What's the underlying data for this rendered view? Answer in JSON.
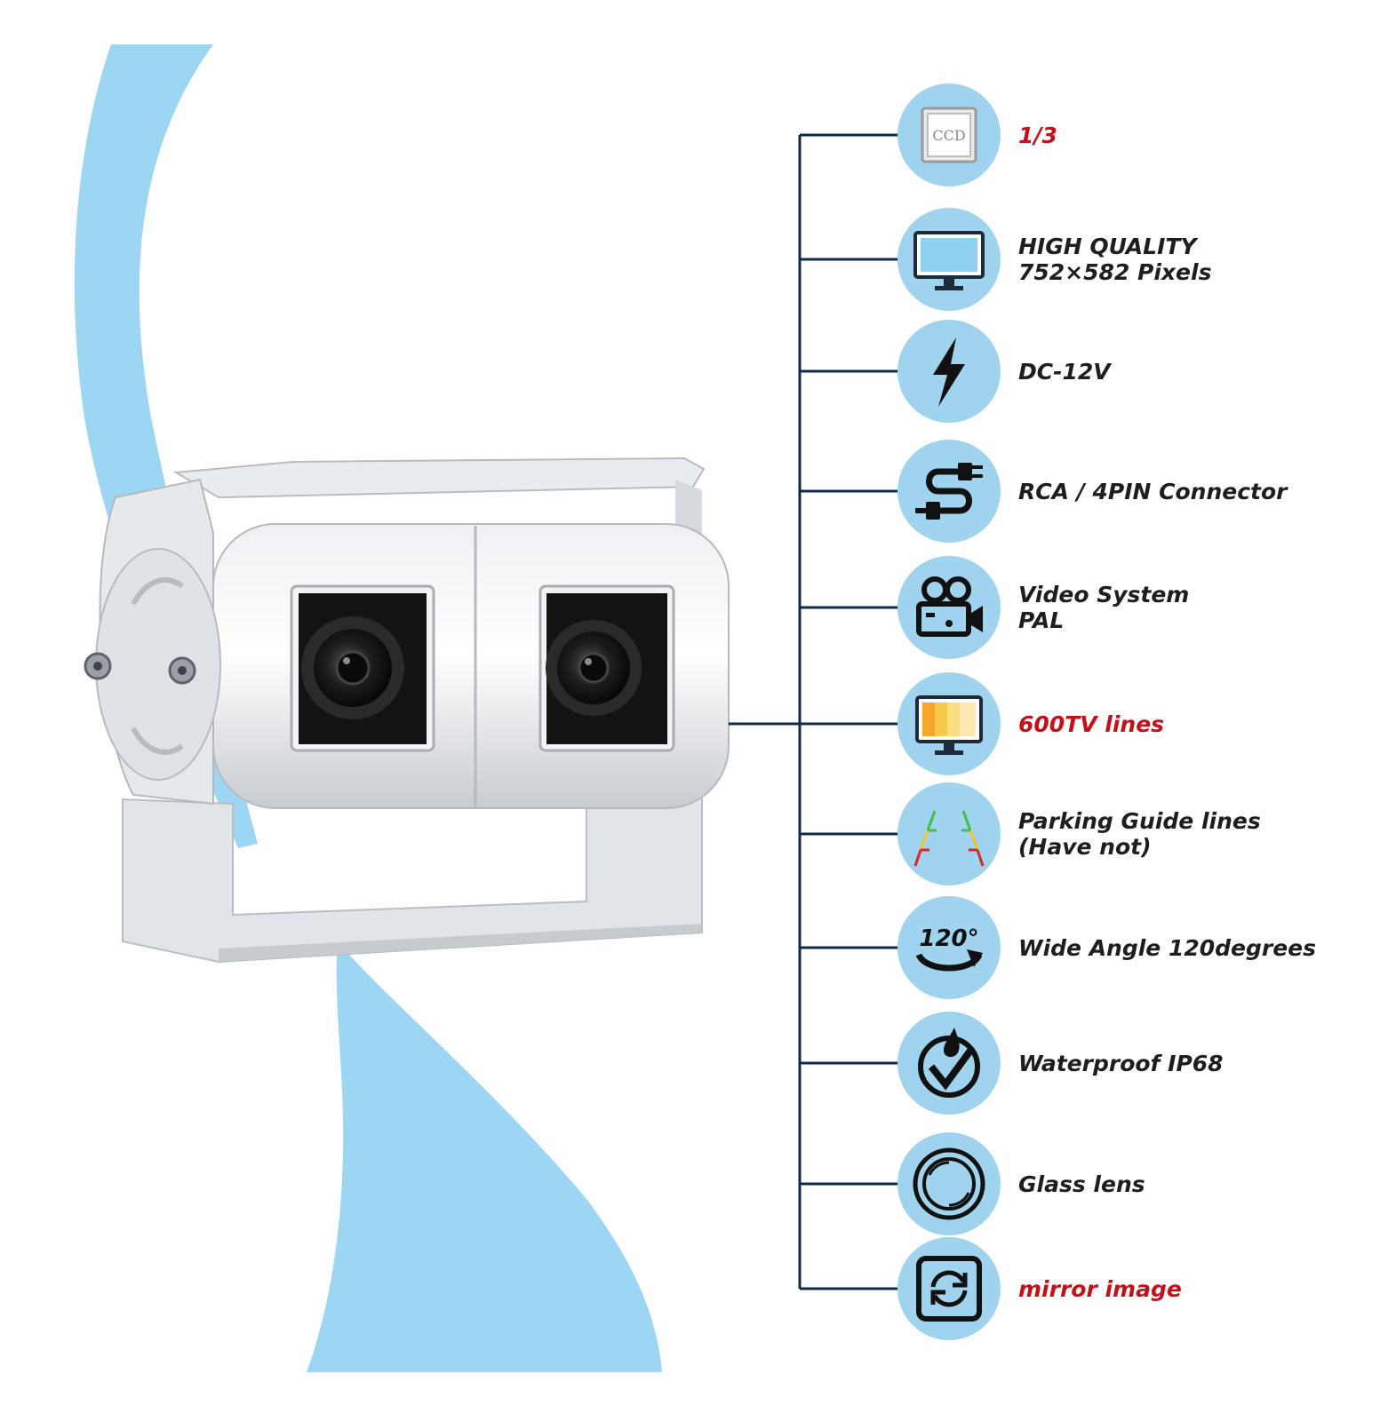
{
  "colors": {
    "sky_blue": "#9fd3ee",
    "line_navy": "#0e2a48",
    "red_text": "#c1121b",
    "dark_text": "#1e1e1e"
  },
  "features": [
    {
      "icon": "ccd-chip-icon",
      "lines": [
        "1/3"
      ],
      "highlight": true
    },
    {
      "icon": "monitor-icon",
      "lines": [
        "HIGH QUALITY",
        "752×582 Pixels"
      ],
      "highlight": false
    },
    {
      "icon": "lightning-bolt-icon",
      "lines": [
        "DC-12V"
      ],
      "highlight": false
    },
    {
      "icon": "connector-cable-icon",
      "lines": [
        "RCA / 4PIN Connector"
      ],
      "highlight": false
    },
    {
      "icon": "video-camera-icon",
      "lines": [
        "Video System",
        "PAL"
      ],
      "highlight": false
    },
    {
      "icon": "tv-lines-icon",
      "lines": [
        "600TV lines"
      ],
      "highlight": true
    },
    {
      "icon": "parking-lines-icon",
      "lines": [
        "Parking Guide lines",
        "(Have not)"
      ],
      "highlight": false
    },
    {
      "icon": "wide-angle-icon",
      "lines": [
        "Wide Angle 120degrees"
      ],
      "highlight": false
    },
    {
      "icon": "waterproof-icon",
      "lines": [
        "Waterproof IP68"
      ],
      "highlight": false
    },
    {
      "icon": "glass-lens-icon",
      "lines": [
        "Glass lens"
      ],
      "highlight": false
    },
    {
      "icon": "mirror-image-icon",
      "lines": [
        "mirror image"
      ],
      "highlight": true
    }
  ],
  "icon_texts": {
    "ccd_chip": "CCD",
    "wide_angle": "120°"
  }
}
